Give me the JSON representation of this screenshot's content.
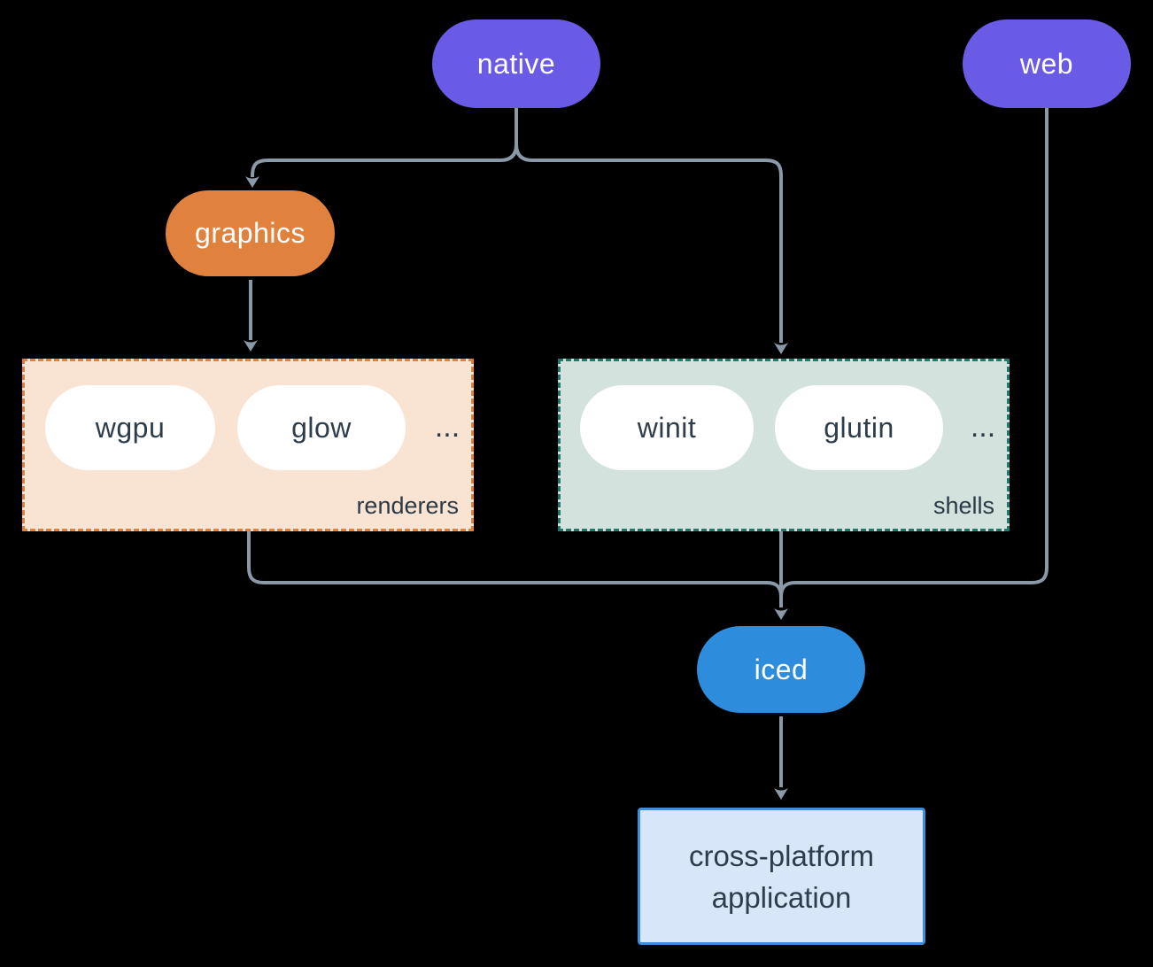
{
  "diagram": {
    "nodes": {
      "native": {
        "label": "native",
        "color": "#6a5be7"
      },
      "web": {
        "label": "web",
        "color": "#6a5be7"
      },
      "graphics": {
        "label": "graphics",
        "color": "#e0823d"
      },
      "iced": {
        "label": "iced",
        "color": "#2e8cdc"
      },
      "app": {
        "lines": [
          "cross-platform",
          "application"
        ],
        "bg": "#d7e6f8",
        "border": "#3e8edb"
      }
    },
    "groups": {
      "renderers": {
        "label": "renderers",
        "items": [
          "wgpu",
          "glow"
        ],
        "ellipsis": "...",
        "bg": "#f9e3d3",
        "border": "#e0813c"
      },
      "shells": {
        "label": "shells",
        "items": [
          "winit",
          "glutin"
        ],
        "ellipsis": "...",
        "bg": "#d3e2dc",
        "border": "#22796b"
      }
    },
    "edges": [
      "native -> graphics",
      "native -> shells",
      "graphics -> renderers",
      "renderers -> iced",
      "shells -> iced",
      "web -> iced",
      "iced -> cross-platform application"
    ],
    "colors": {
      "connector": "#8b98a8",
      "pill_text_dark": "#2e3d4c",
      "background": "#000000"
    }
  }
}
